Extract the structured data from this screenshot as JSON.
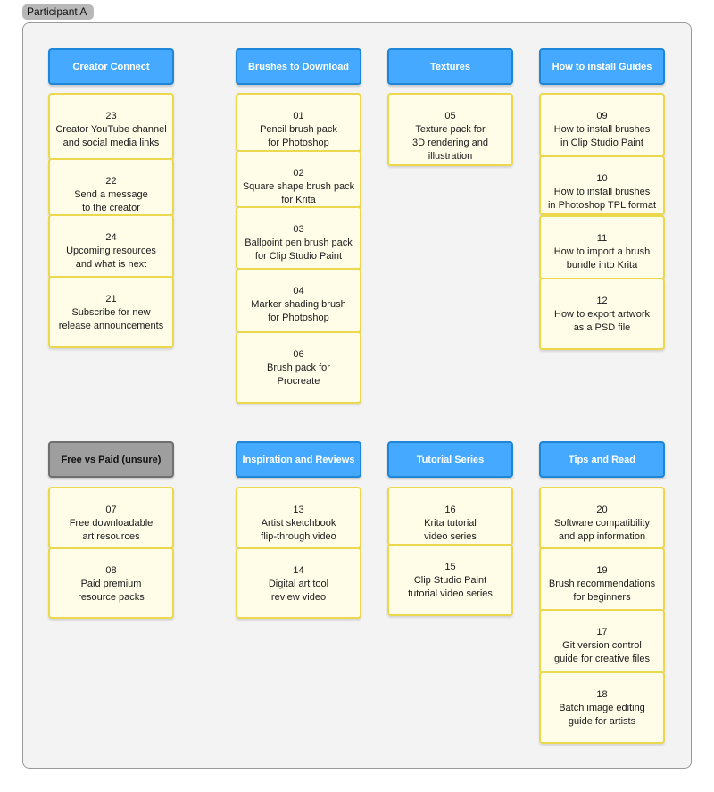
{
  "participant_label": "Participant A",
  "groups": [
    {
      "header": "Creator Connect",
      "style": "blue",
      "cards": [
        {
          "num": "23",
          "text": "Creator YouTube channel\nand social media links"
        },
        {
          "num": "22",
          "text": "Send a message\nto the creator"
        },
        {
          "num": "24",
          "text": "Upcoming resources\nand what is next"
        },
        {
          "num": "21",
          "text": "Subscribe for new\nrelease announcements"
        }
      ]
    },
    {
      "header": "Brushes to Download",
      "style": "blue",
      "cards": [
        {
          "num": "01",
          "text": "Pencil brush pack\nfor Photoshop"
        },
        {
          "num": "02",
          "text": "Square shape brush pack\nfor Krita"
        },
        {
          "num": "03",
          "text": "Ballpoint pen brush pack\nfor Clip Studio Paint"
        },
        {
          "num": "04",
          "text": "Marker shading brush\nfor Photoshop"
        },
        {
          "num": "06",
          "text": "Brush pack for\nProcreate"
        }
      ]
    },
    {
      "header": "Textures",
      "style": "blue",
      "cards": [
        {
          "num": "05",
          "text": "Texture pack for\n3D rendering and\nillustration"
        }
      ]
    },
    {
      "header": "How to install Guides",
      "style": "blue",
      "cards": [
        {
          "num": "09",
          "text": "How to install brushes\nin Clip Studio Paint"
        },
        {
          "num": "10",
          "text": "How to install brushes\nin Photoshop TPL format"
        },
        {
          "num": "11",
          "text": "How to import a brush\nbundle into Krita"
        },
        {
          "num": "12",
          "text": "How to export artwork\nas a PSD file"
        }
      ]
    },
    {
      "header": "Free vs Paid (unsure)",
      "style": "gray",
      "cards": [
        {
          "num": "07",
          "text": "Free downloadable\nart resources"
        },
        {
          "num": "08",
          "text": "Paid premium\nresource packs"
        }
      ]
    },
    {
      "header": "Inspiration and Reviews",
      "style": "blue",
      "cards": [
        {
          "num": "13",
          "text": "Artist sketchbook\nflip-through video"
        },
        {
          "num": "14",
          "text": "Digital art tool\nreview video"
        }
      ]
    },
    {
      "header": "Tutorial Series",
      "style": "blue",
      "cards": [
        {
          "num": "16",
          "text": "Krita tutorial\nvideo series"
        },
        {
          "num": "15",
          "text": "Clip Studio Paint\ntutorial video series"
        }
      ]
    },
    {
      "header": "Tips and Read",
      "style": "blue",
      "cards": [
        {
          "num": "20",
          "text": "Software compatibility\nand app information"
        },
        {
          "num": "19",
          "text": "Brush recommendations\nfor beginners"
        },
        {
          "num": "17",
          "text": "Git version control\nguide for creative files"
        },
        {
          "num": "18",
          "text": "Batch image editing\nguide for artists"
        }
      ]
    }
  ]
}
